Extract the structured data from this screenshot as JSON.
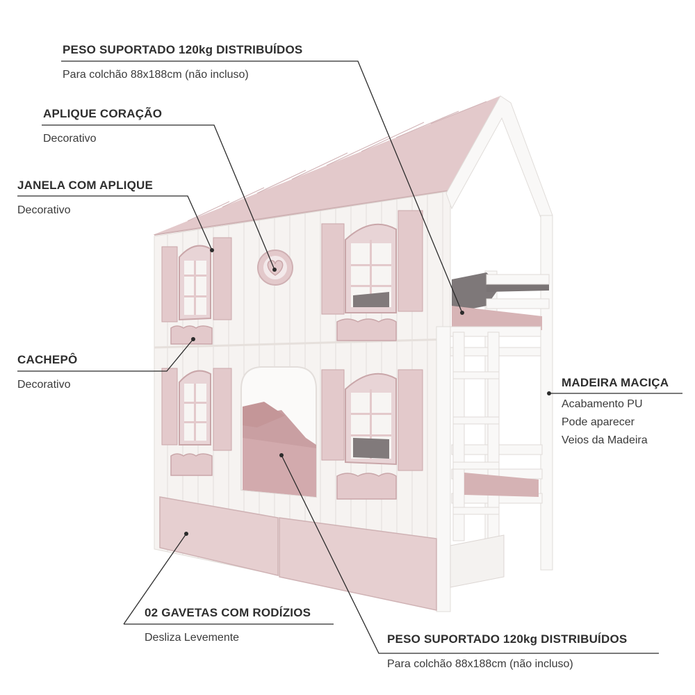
{
  "callouts": {
    "peso_top": {
      "title": "PESO SUPORTADO 120kg DISTRIBUÍDOS",
      "text": "Para colchão 88x188cm (não incluso)"
    },
    "aplique_coracao": {
      "title": "APLIQUE CORAÇÃO",
      "text": "Decorativo"
    },
    "janela": {
      "title": "JANELA COM APLIQUE",
      "text": "Decorativo"
    },
    "cachepo": {
      "title": "CACHEPÔ",
      "text": "Decorativo"
    },
    "madeira": {
      "title": "MADEIRA MACIÇA",
      "lines": [
        "Acabamento PU",
        "Pode aparecer",
        "Veios da Madeira"
      ]
    },
    "gavetas": {
      "title": "02 GAVETAS COM RODÍZIOS",
      "text": "Desliza Levemente"
    },
    "peso_bottom": {
      "title": "PESO SUPORTADO 120kg DISTRIBUÍDOS",
      "text": "Para colchão 88x188cm (não incluso)"
    }
  },
  "colors": {
    "pink": "#e3c9cb",
    "pink_dark": "#c9a6a9",
    "white": "#f7f5f3",
    "line": "#2b2b2b"
  }
}
